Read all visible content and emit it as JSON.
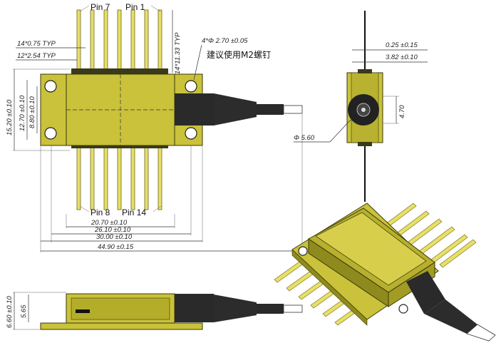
{
  "labels": {
    "pin7": "Pin 7",
    "pin1": "Pin 1",
    "pin8": "Pin 8",
    "pin14": "Pin 14",
    "screw_note": "建议使用M2螺钉"
  },
  "dimensions": {
    "pin_width": "14*0.75 TYP",
    "pin_pitch": "12*2.54 TYP",
    "pin_length": "14*11.33 TYP",
    "hole_dia": "4*Φ 2.70 ±0.05",
    "h_15_20": "15.20 ±0.10",
    "h_12_70": "12.70 ±0.10",
    "h_8_80": "8.80 ±0.10",
    "w_20_70": "20.70 ±0.10",
    "w_26_10": "26.10 ±0.10",
    "w_30_00": "30.00 ±0.10",
    "w_44_90": "44.90 ±0.15",
    "side_0_25": "0.25 ±0.15",
    "side_3_82": "3.82 ±0.10",
    "side_4_70": "4.70",
    "fiber_dia": "Φ 5.60",
    "front_6_60": "6.60 ±0.10",
    "front_5_65": "5.65"
  },
  "colors": {
    "body": "#c9c23a",
    "pin": "#e8e066",
    "fiber_boot": "#2a2a2a",
    "line": "#333333"
  }
}
